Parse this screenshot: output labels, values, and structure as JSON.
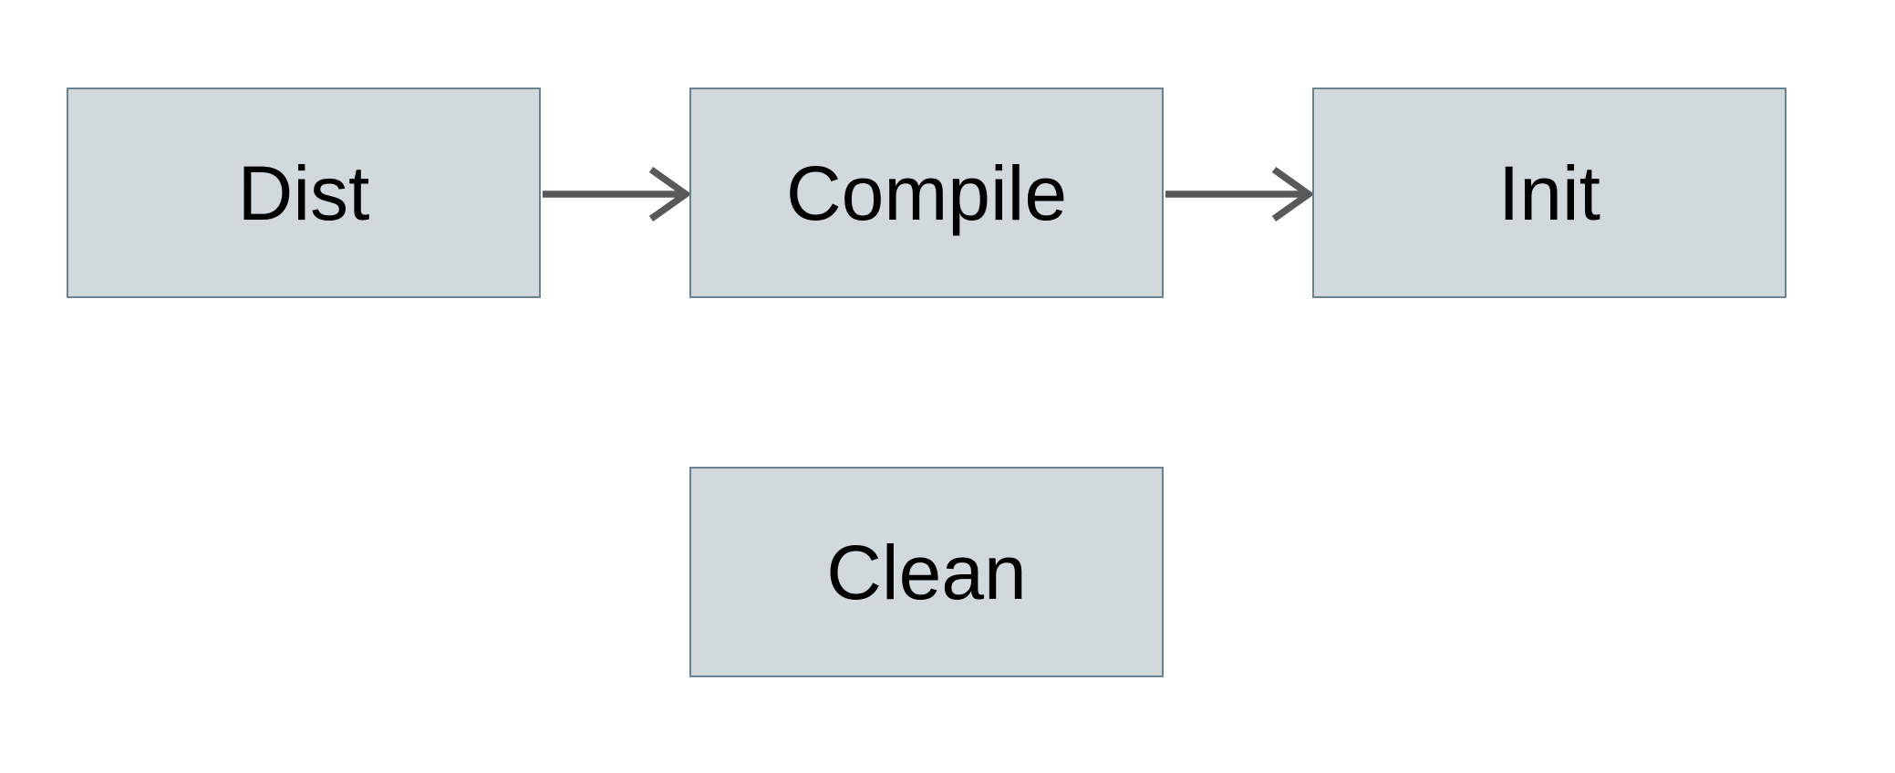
{
  "diagram": {
    "type": "flowchart",
    "nodes": [
      {
        "id": "dist",
        "label": "Dist"
      },
      {
        "id": "compile",
        "label": "Compile"
      },
      {
        "id": "init",
        "label": "Init"
      },
      {
        "id": "clean",
        "label": "Clean"
      }
    ],
    "edges": [
      {
        "from": "Dist",
        "to": "Compile",
        "style": "open-arrow",
        "direction": "right"
      },
      {
        "from": "Compile",
        "to": "Init",
        "style": "open-arrow",
        "direction": "right"
      }
    ],
    "colors": {
      "node_fill": "#d2d9dc",
      "node_border": "#6b8391",
      "arrow": "#595959",
      "label_text": "#000000",
      "background": "#ffffff"
    }
  }
}
